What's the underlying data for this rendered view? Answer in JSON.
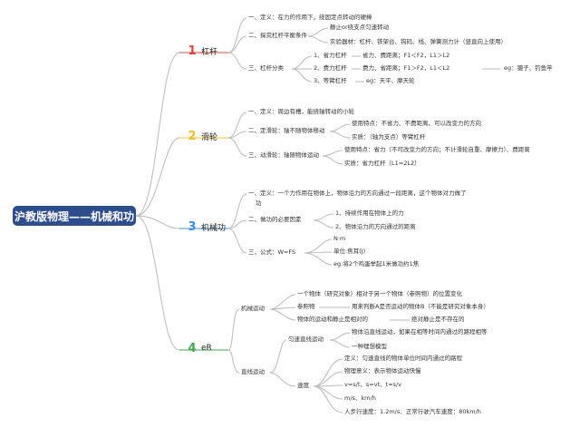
{
  "colors": {
    "root_bg": "#2e4d8f",
    "branch1": "#e0443a",
    "branch2": "#f0c12a",
    "branch3": "#3c8fd8",
    "branch4": "#3fa84a",
    "line": "#b9b9b9"
  },
  "root": {
    "title": "沪教版物理——机械和功"
  },
  "lever": {
    "num": "1",
    "title": "杠杆",
    "def": "一、定义：在力的作用下，绕固定点转动的硬棒",
    "explore": "二、探究杠杆平衡条件",
    "explore_a": "静止or绕支点匀速转动",
    "explore_b": "实验器材：杠杆、铁架台、钩码、线、弹簧测力计（竖直向上使用）",
    "cls": "三、杠杆分类",
    "c1": "1、省力杠杆",
    "c1_d": "省力、费距离；F1＜F2，L1＞L2",
    "c2": "2、费力杠杆",
    "c2_d": "费力、省距离；F1＞F2，L1＜L2",
    "c2_eg": "eg：镊子、钓鱼竿",
    "c3": "3、等臂杠杆",
    "c3_d": "eg：天平、摩天轮"
  },
  "pulley": {
    "num": "2",
    "title": "滑轮",
    "def": "一、定义：周边有槽，能绕轴转动的小轮",
    "fixed": "二、定滑轮：轴不随物体移动",
    "fixed_a": "使用特点：不省力、不费距离、可以改变力的方向",
    "fixed_b": "实质：（轴为支点）等臂杠杆",
    "moving": "三、动滑轮：轴随物体运动",
    "moving_a": "使用特点：省力（不可改变力的方向；不计滑轮自重、摩擦力）、费距离",
    "moving_b": "实质：省力杠杆（L1=2L2）"
  },
  "work": {
    "num": "3",
    "title": "机械功",
    "def": "一、定义：一个力作用在物体上，物体沿力的方向通过一段距离，这个物体对力做了",
    "def2": "功",
    "need": "二、做功的必要因素",
    "need_a": "1、持续作用在物体上的力",
    "need_b": "2、物体沿力的方向通过的距离",
    "formula": "三、公式：W=FS",
    "f_a": "N·m",
    "f_b": "单位:焦耳(J)",
    "f_c": "eg:将2个鸡蛋举起1米做功约1焦"
  },
  "motion": {
    "num": "4",
    "title": "eR",
    "mech": "机械运动",
    "mech_a": "一个物体（研究对象）相对于另一个物体（参照物）的位置变化",
    "ref": "参照物",
    "ref_d": "用来判断A是否运动的物体B（不能是研究对象本身）",
    "rel": "物体的运动和静止是相对的",
    "rel_d": "绝对静止是不存在的",
    "linear": "直线运动",
    "uniform": "匀速直线运动",
    "uniform_a": "物体沿直线运动，如果在相等时间内通过的路程相等",
    "uniform_b": "一种理想模型",
    "speed": "速度",
    "sp_def": "定义：匀速直线的物体单位时间内通过的路程",
    "sp_mean": "物理意义：表示物体运动快慢",
    "sp_f": "v=s/t、s=vt、t=s/v",
    "sp_u": "m/s、km/h",
    "sp_eg": "人步行速度：1.2m/s、正常行驶汽车速度：80km/h"
  }
}
